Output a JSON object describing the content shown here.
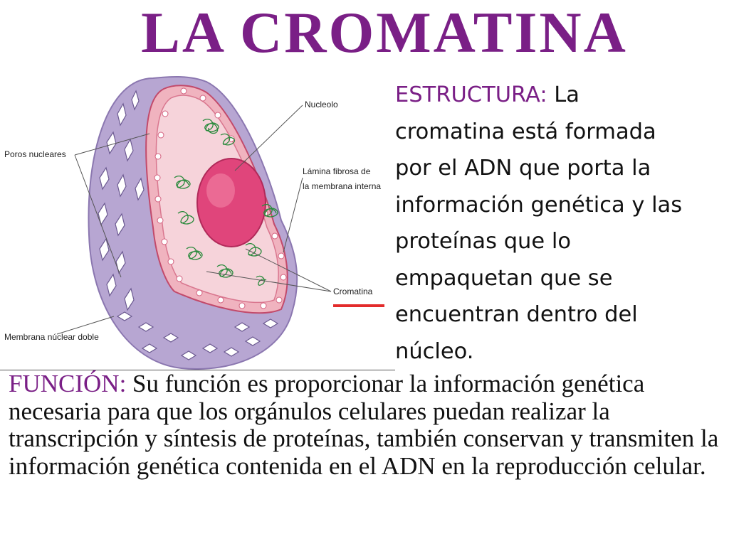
{
  "title": "LA CROMATINA",
  "diagram": {
    "labels": {
      "nucleolo": "Nucleolo",
      "poros": "Poros nucleares",
      "lamina_1": "Lámina fibrosa de",
      "lamina_2": "la membrana interna",
      "cromatina": "Cromatina",
      "membrana": "Membrana núclear doble"
    },
    "colors": {
      "outer_membrane": "#b7a6d2",
      "nucleoplasm": "#f4c6cf",
      "nucleolus": "#e0457b",
      "chromatin": "#2a8a3c",
      "highlight": "#e32b2b"
    }
  },
  "estructura": {
    "heading": "ESTRUCTURA:",
    "text": "La cromatina está formada por el ADN que porta la información genética y las proteínas que lo empaquetan que se encuentran dentro del núcleo."
  },
  "funcion": {
    "heading": "FUNCIÓN:",
    "text": "Su función es proporcionar la información genética necesaria para que los orgánulos celulares puedan realizar la transcripción y síntesis de proteínas, también conservan y transmiten la información genética contenida en el ADN en la reproducción celular."
  }
}
